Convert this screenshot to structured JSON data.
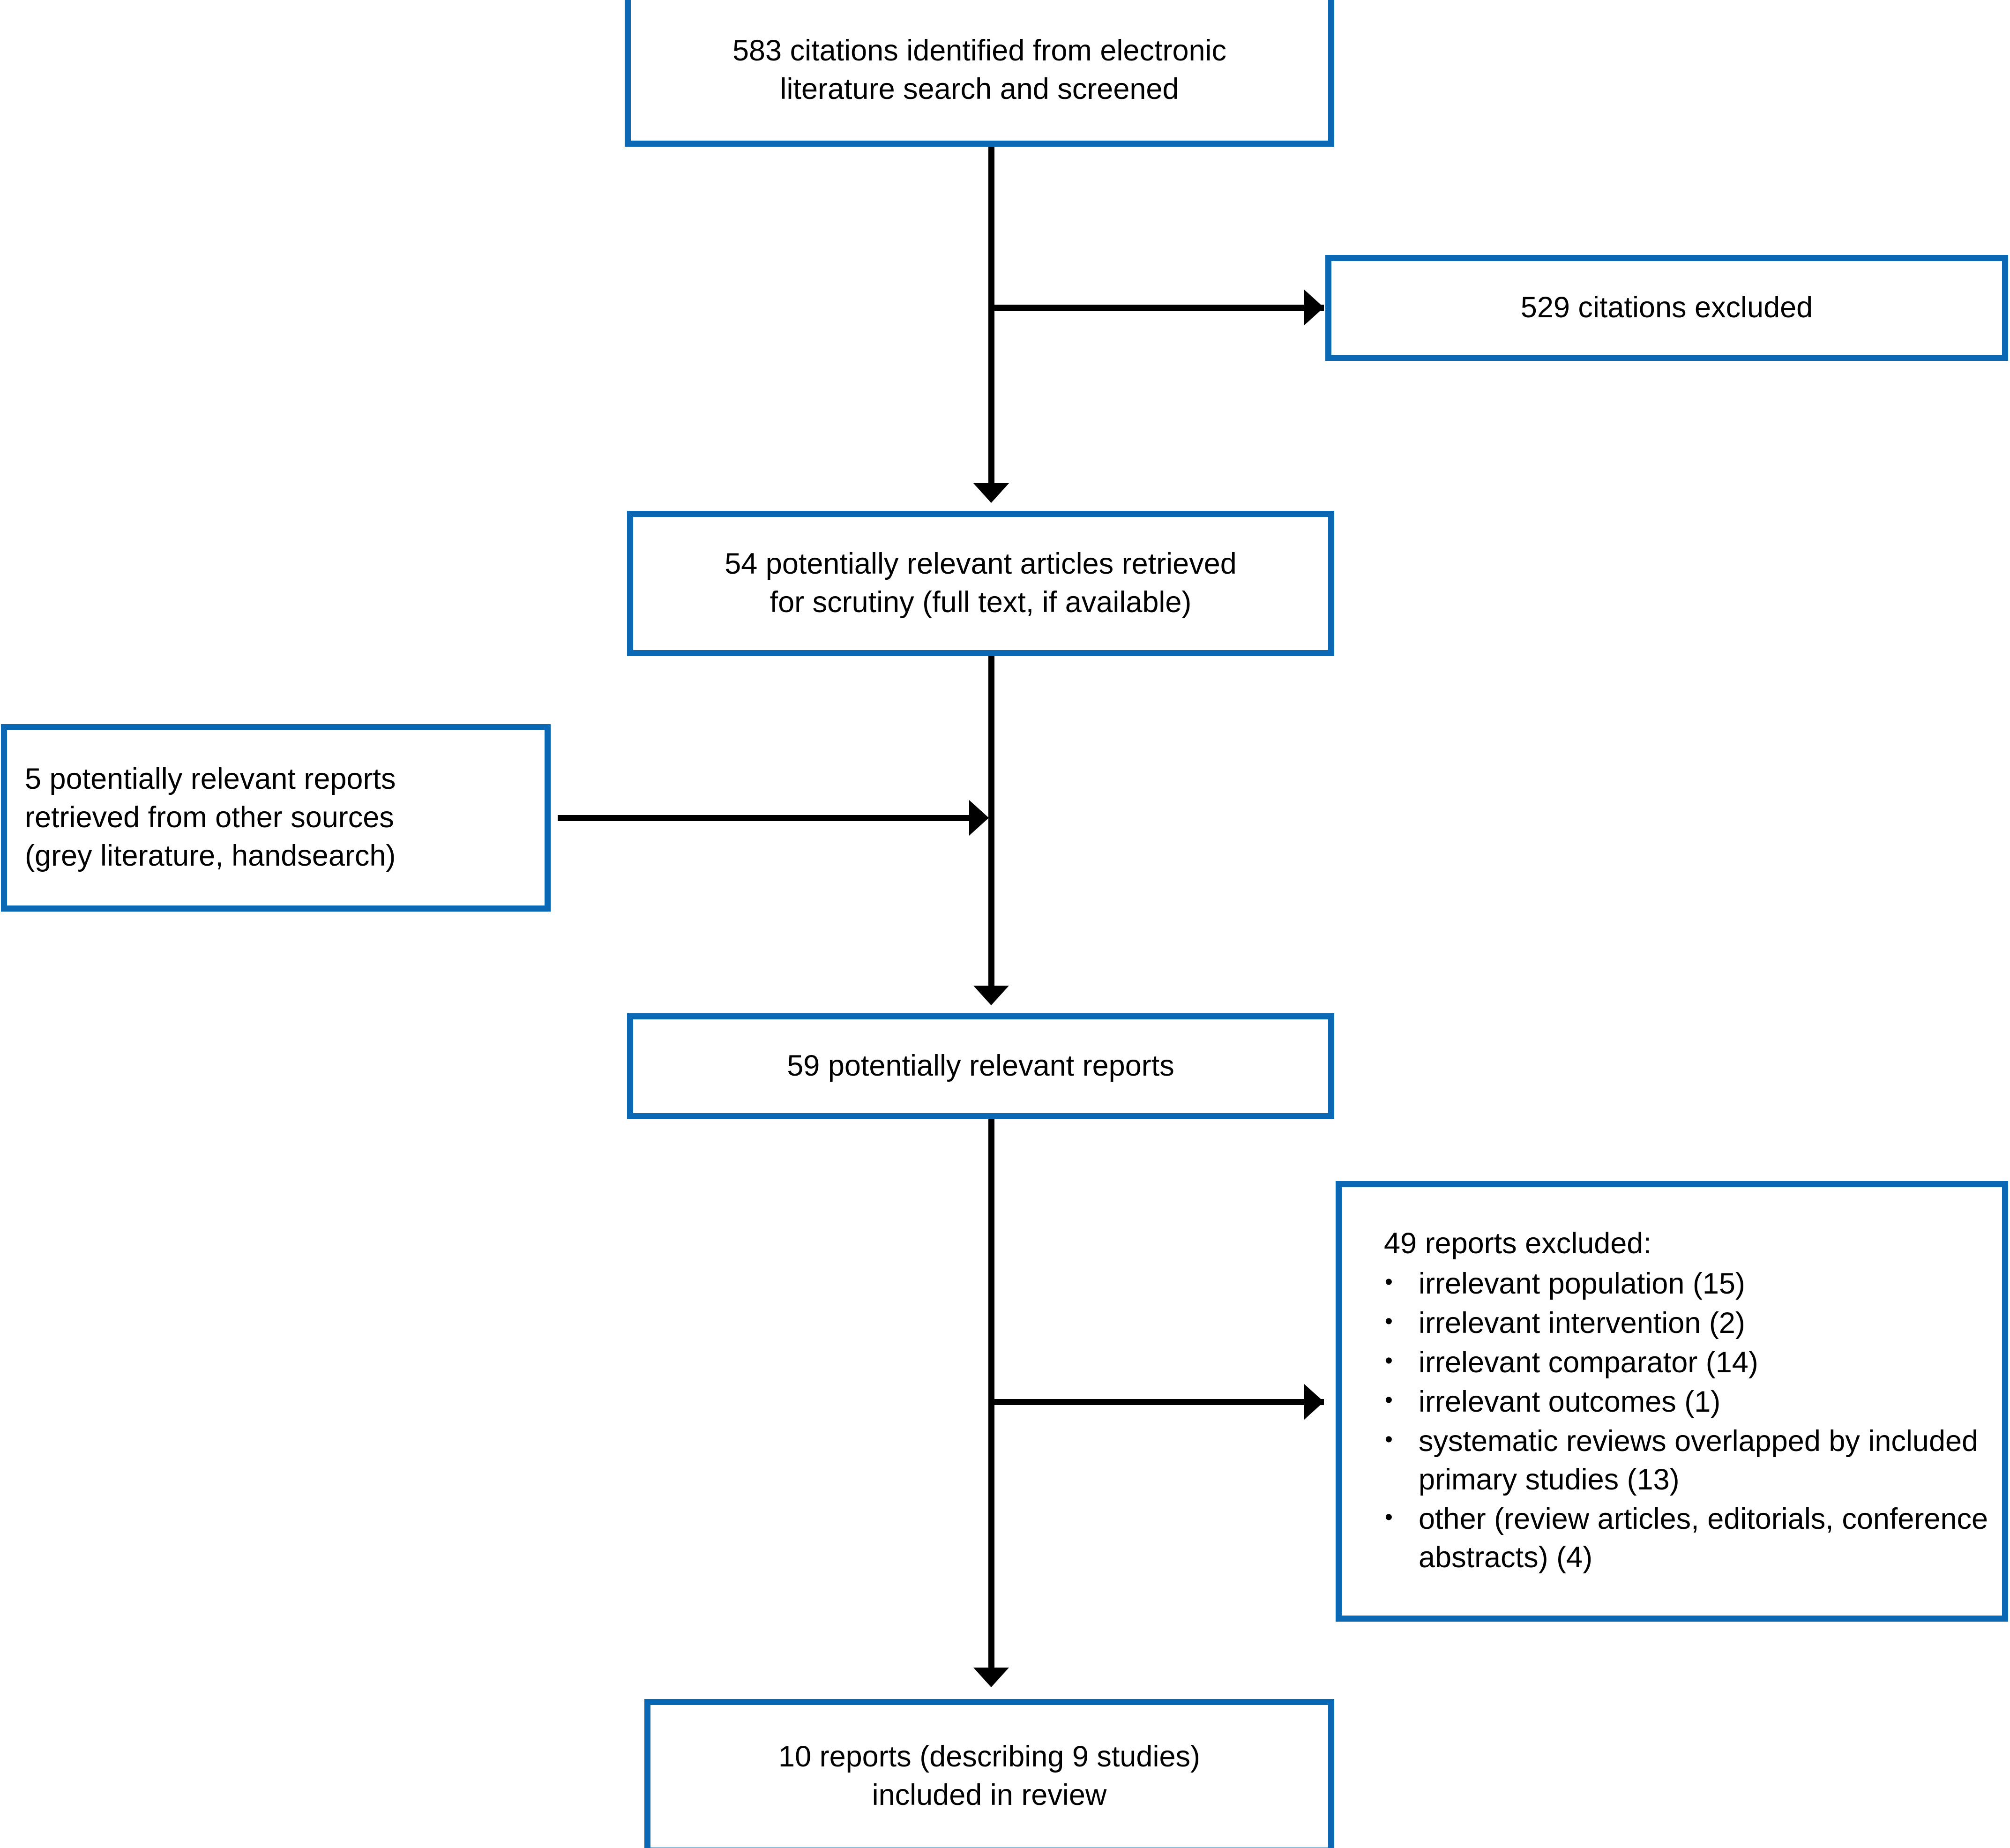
{
  "diagram": {
    "type": "prisma-flow-diagram",
    "accent_color": "#0b68b5",
    "line_color": "#000000",
    "background_color": "#ffffff"
  },
  "boxes": {
    "identified": {
      "line1": "583 citations identified from electronic",
      "line2": "literature search and screened",
      "count": 583
    },
    "excluded_citations": {
      "text": "529 citations excluded",
      "count": 529
    },
    "retrieved": {
      "line1": "54 potentially relevant articles retrieved",
      "line2": "for scrutiny (full text, if available)",
      "count": 54
    },
    "other_sources": {
      "line1": "5 potentially relevant reports",
      "line2": "retrieved from other sources",
      "line3": "(grey literature, handsearch)",
      "count": 5
    },
    "relevant_reports": {
      "text": "59 potentially relevant reports",
      "count": 59
    },
    "excluded_reports": {
      "heading": "49 reports excluded:",
      "count": 49,
      "reasons": [
        "irrelevant population (15)",
        "irrelevant intervention (2)",
        "irrelevant comparator (14)",
        "irrelevant outcomes (1)",
        "systematic reviews overlapped by included primary studies (13)",
        "other (review articles, editorials, conference abstracts) (4)"
      ]
    },
    "included": {
      "line1": "10 reports (describing 9 studies)",
      "line2": "included in review",
      "reports": 10,
      "studies": 9
    }
  }
}
